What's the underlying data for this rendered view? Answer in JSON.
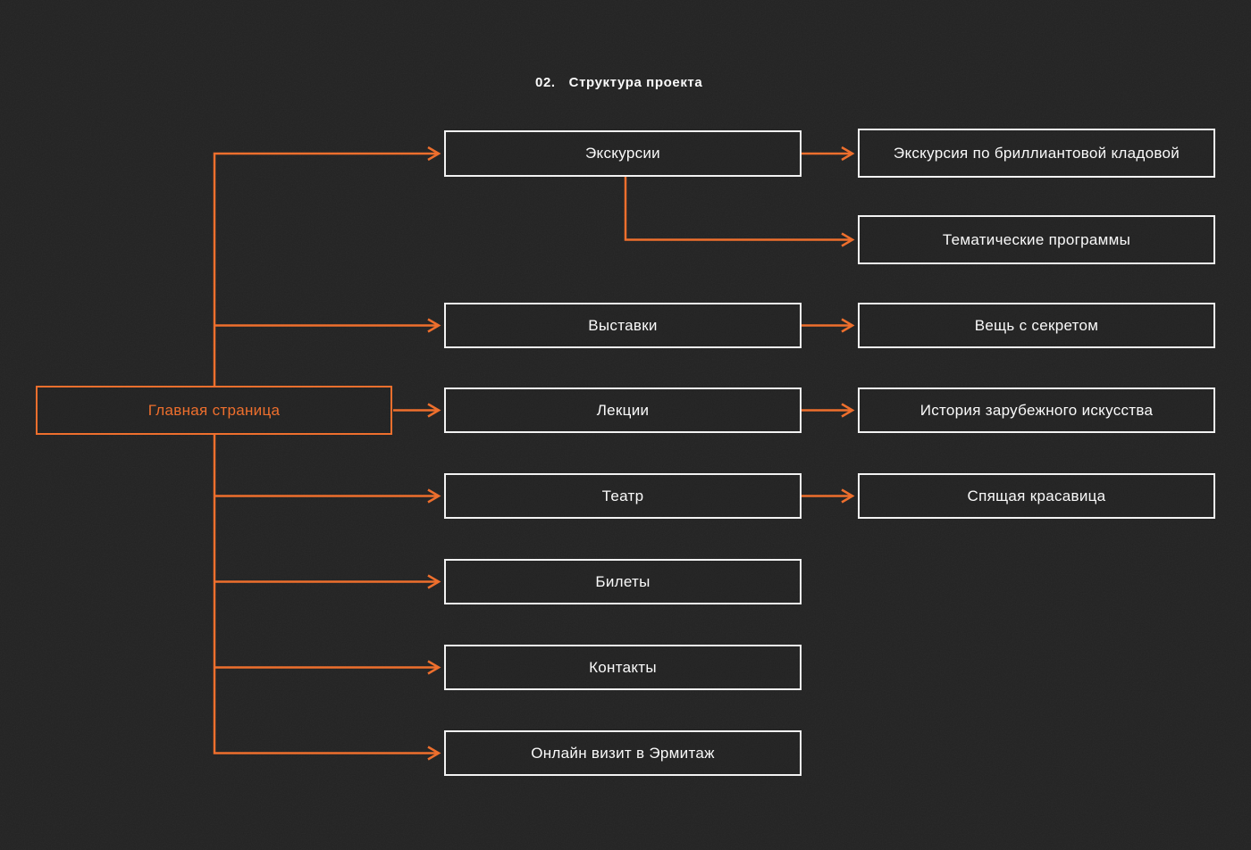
{
  "title": {
    "number": "02.",
    "text": "Структура проекта"
  },
  "colors": {
    "background": "#232323",
    "accent_orange": "#EE6F2D",
    "node_border": "#F2F2F2",
    "node_text": "#FAFAFA"
  },
  "diagram": {
    "type": "sitemap-flowchart",
    "root": {
      "label": "Главная страница"
    },
    "sections": [
      {
        "label": "Экскурсии",
        "children": [
          "Экскурсия по бриллиантовой кладовой",
          "Тематические программы"
        ]
      },
      {
        "label": "Выставки",
        "children": [
          "Вещь с секретом"
        ]
      },
      {
        "label": "Лекции",
        "children": [
          "История зарубежного искусства"
        ]
      },
      {
        "label": "Театр",
        "children": [
          "Спящая красавица"
        ]
      },
      {
        "label": "Билеты",
        "children": []
      },
      {
        "label": "Контакты",
        "children": []
      },
      {
        "label": "Онлайн визит в Эрмитаж",
        "children": []
      }
    ]
  }
}
